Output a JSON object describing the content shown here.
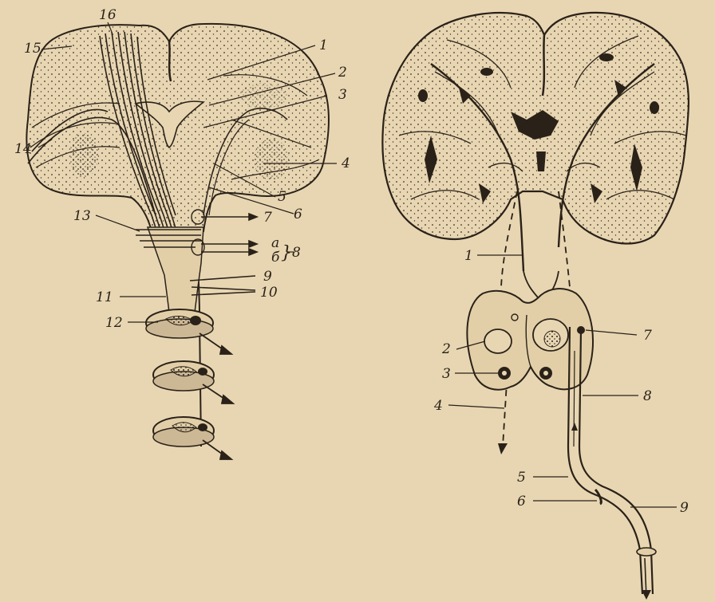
{
  "left_figure": {
    "labels": {
      "l1": "1",
      "l2": "2",
      "l3": "3",
      "l4": "4",
      "l5": "5",
      "l6": "6",
      "l7": "7",
      "l8a": "a",
      "l8b": "б",
      "l8": "8",
      "l9": "9",
      "l10": "10",
      "l11": "11",
      "l12": "12",
      "l13": "13",
      "l14": "14",
      "l15": "15",
      "l16": "16"
    }
  },
  "right_figure": {
    "labels": {
      "r1": "1",
      "r2": "2",
      "r3": "3",
      "r4": "4",
      "r5": "5",
      "r6": "6",
      "r7": "7",
      "r8": "8",
      "r9": "9"
    }
  },
  "colors": {
    "paper": "#e8d6b3",
    "ink": "#2a2218"
  }
}
